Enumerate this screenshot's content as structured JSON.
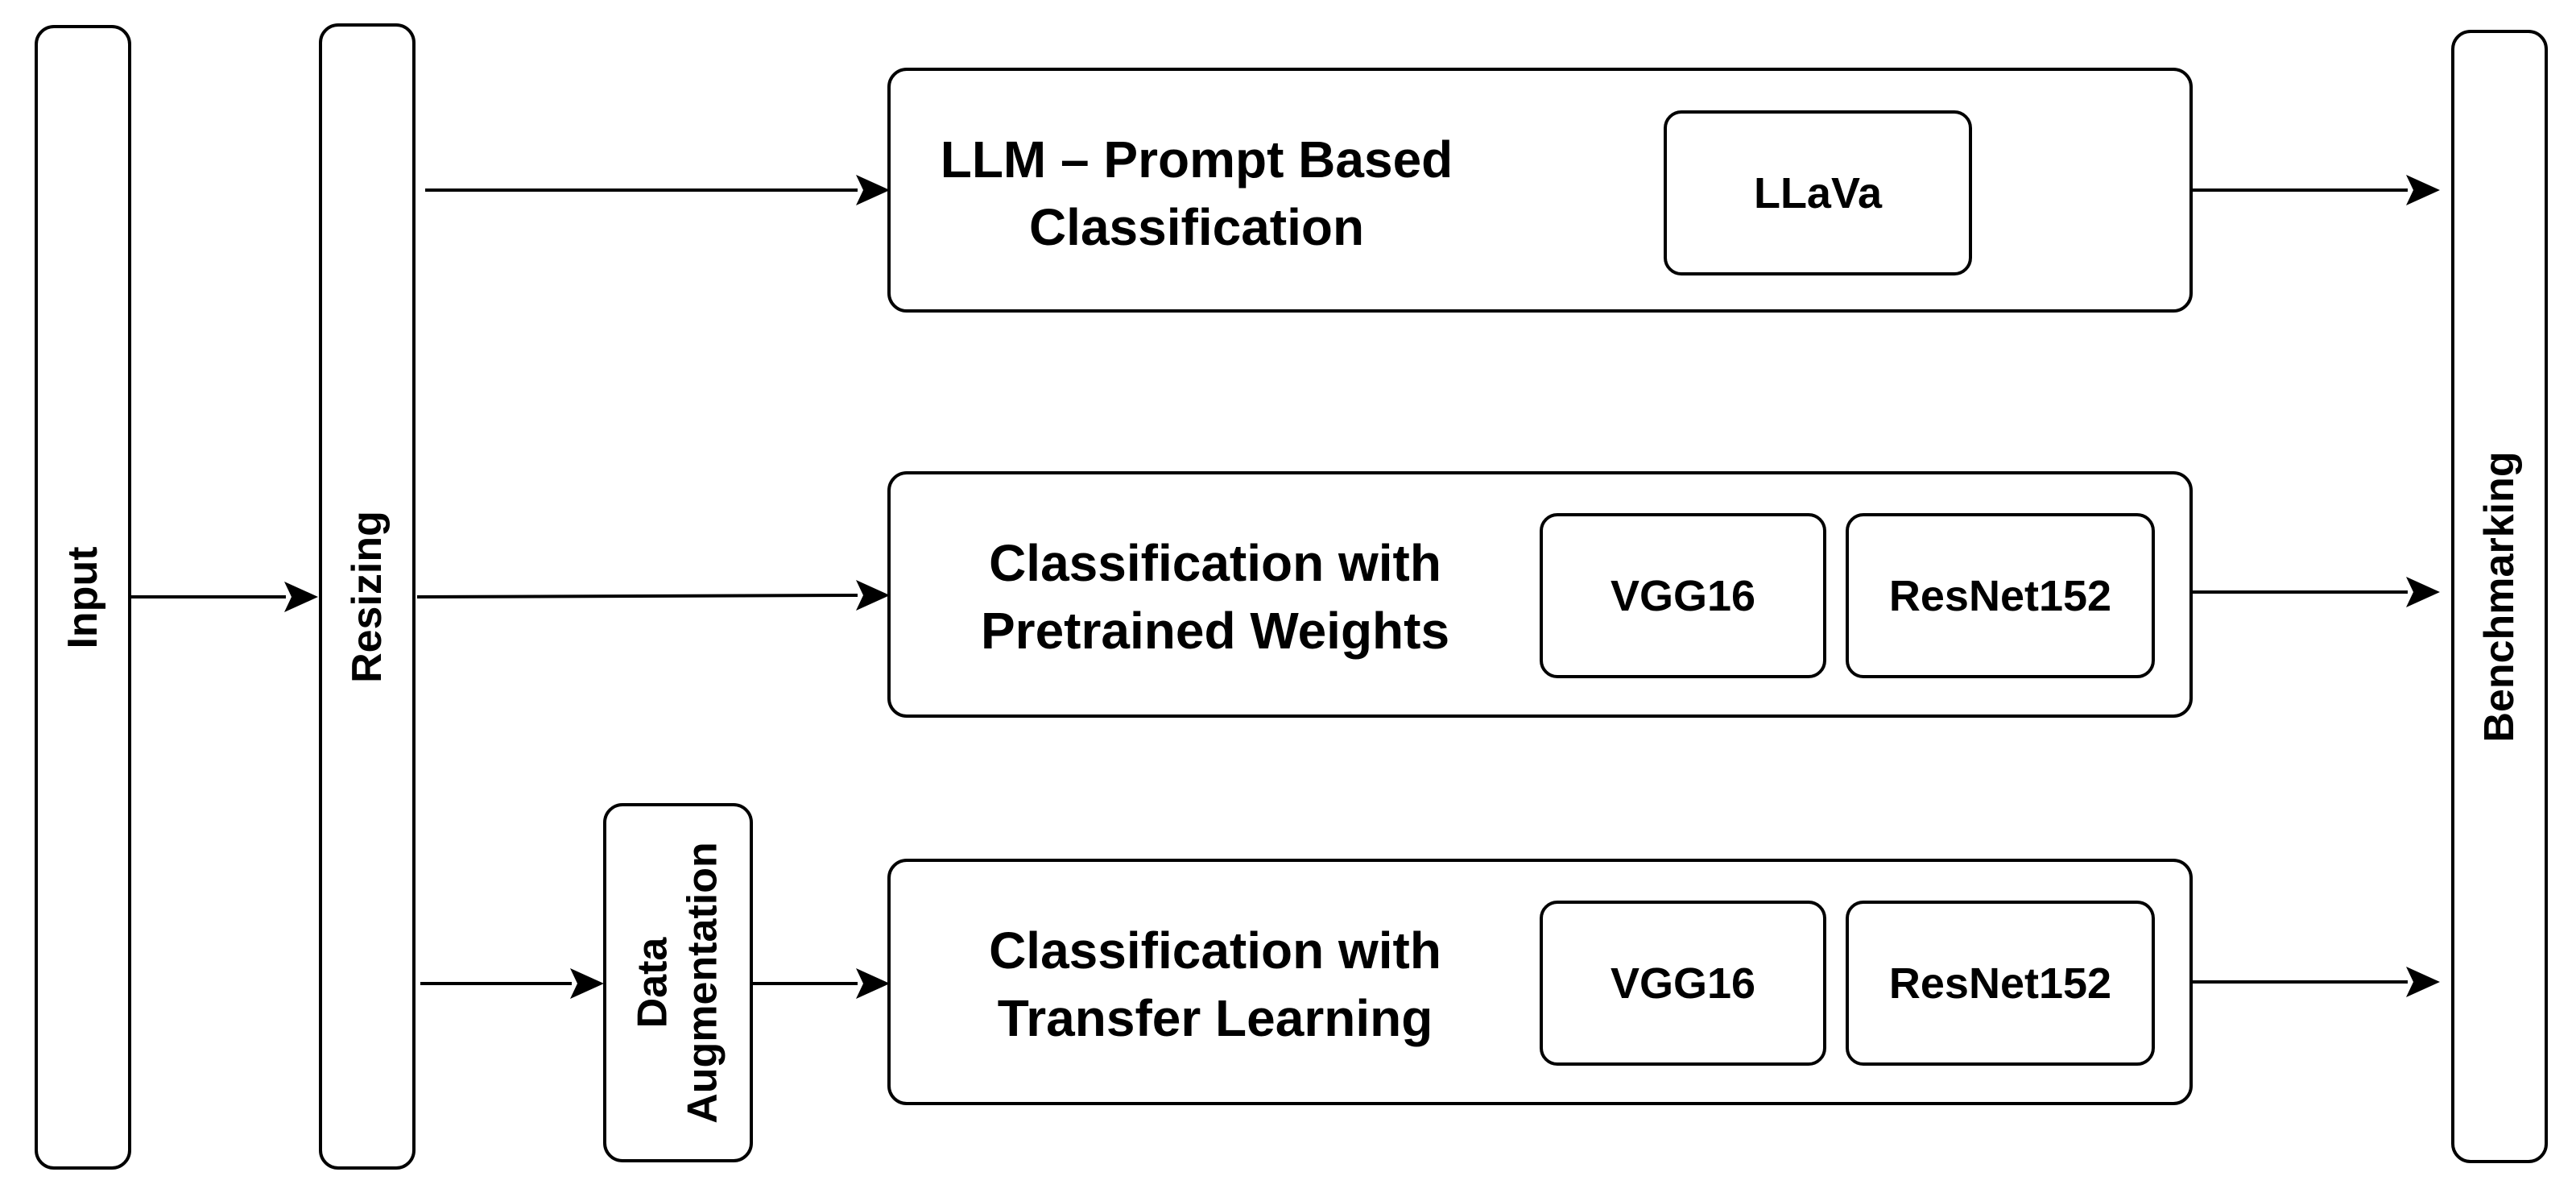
{
  "colors": {
    "stroke": "#000000",
    "fill": "#ffffff"
  },
  "nodes": {
    "input": "Input",
    "resizing": "Resizing",
    "data_augmentation": {
      "line1": "Data",
      "line2": "Augmentation"
    },
    "benchmarking": "Benchmarking"
  },
  "stages": [
    {
      "title_line1": "LLM – Prompt Based",
      "title_line2": "Classification",
      "models": [
        "LLaVa"
      ]
    },
    {
      "title_line1": "Classification with",
      "title_line2": "Pretrained Weights",
      "models": [
        "VGG16",
        "ResNet152"
      ]
    },
    {
      "title_line1": "Classification with",
      "title_line2": "Transfer Learning",
      "models": [
        "VGG16",
        "ResNet152"
      ]
    }
  ]
}
